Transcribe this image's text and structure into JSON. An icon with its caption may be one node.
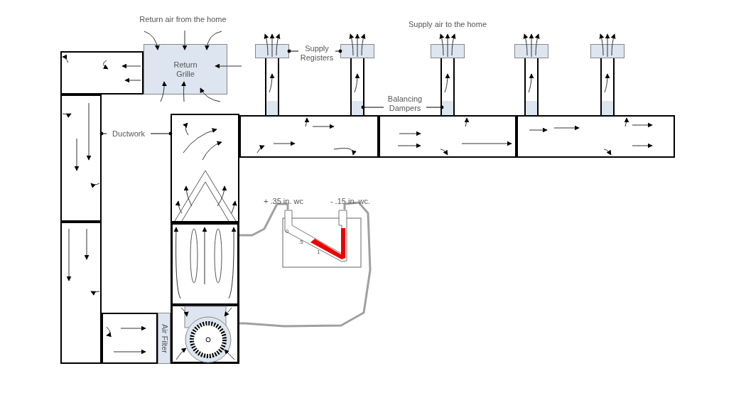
{
  "diagram": {
    "nodes": [
      {
        "text": [
          "Return Grille"
        ]
      },
      {
        "text": [
          "Supply Registers"
        ]
      },
      {
        "text": [],
        "shape": "box"
      },
      {
        "text": [],
        "shape": "box"
      },
      {
        "text": [],
        "shape": "box"
      },
      {
        "text": [],
        "shape": "box"
      },
      {
        "text": [],
        "shape": "box"
      },
      {
        "text": [],
        "shape": "box",
        "in": 26
      },
      {
        "text": [],
        "shape": "box",
        "in": 27
      },
      {
        "text": [],
        "shape": "box",
        "in": 28
      },
      {
        "text": [],
        "shape": "box",
        "in": 29
      },
      {
        "text": [],
        "shape": "box",
        "in": 30
      },
      {
        "text": [
          "Balancing Dampers"
        ]
      },
      {
        "text": [
          "Ductwork"
        ]
      },
      {
        "text": [],
        "shape": "box"
      },
      {
        "text": [],
        "shape": "box"
      },
      {
        "text": [
          "Air Filter"
        ]
      },
      {
        "text": [],
        "shape": "box"
      },
      {
        "text": [],
        "shape": "box"
      },
      {
        "text": [
          "0",
          ".5",
          "1"
        ]
      },
      {
        "text": [],
        "shape": "box"
      },
      {
        "text": [],
        "shape": "box"
      },
      {
        "text": [],
        "shape": "box"
      },
      {
        "text": [],
        "shape": "box"
      },
      {
        "text": [],
        "shape": "box"
      },
      {
        "text": [],
        "shape": "box"
      },
      {
        "text": [],
        "shape": "box"
      },
      {
        "text": [],
        "shape": "box"
      },
      {
        "text": [],
        "shape": "box"
      },
      {
        "text": [],
        "shape": "box"
      },
      {
        "text": [],
        "shape": "box"
      }
    ],
    "edges": [
      {
        "from": 1,
        "to": 2,
        "arrow": "other"
      },
      {
        "from": 1,
        "to": 3,
        "arrow": "other"
      },
      {
        "from": 12,
        "to": 8,
        "arrow": "other"
      },
      {
        "from": 12,
        "to": 9,
        "arrow": "other"
      },
      {
        "from": 13,
        "to": 14,
        "arrow": "other"
      },
      {
        "from": 13,
        "to": 15,
        "arrow": "other"
      },
      {
        "from": 19,
        "to": 17,
        "arrow": "none",
        "style": "thick",
        "color": "#a0a0a0"
      },
      {
        "from": 19,
        "to": 18,
        "arrow": "none",
        "style": "thick",
        "color": "#a0a0a0"
      }
    ],
    "labels": [
      "Return air from the home",
      "Supply air to the home",
      "+ .35 in. wc",
      "- .15 in. wc."
    ]
  }
}
